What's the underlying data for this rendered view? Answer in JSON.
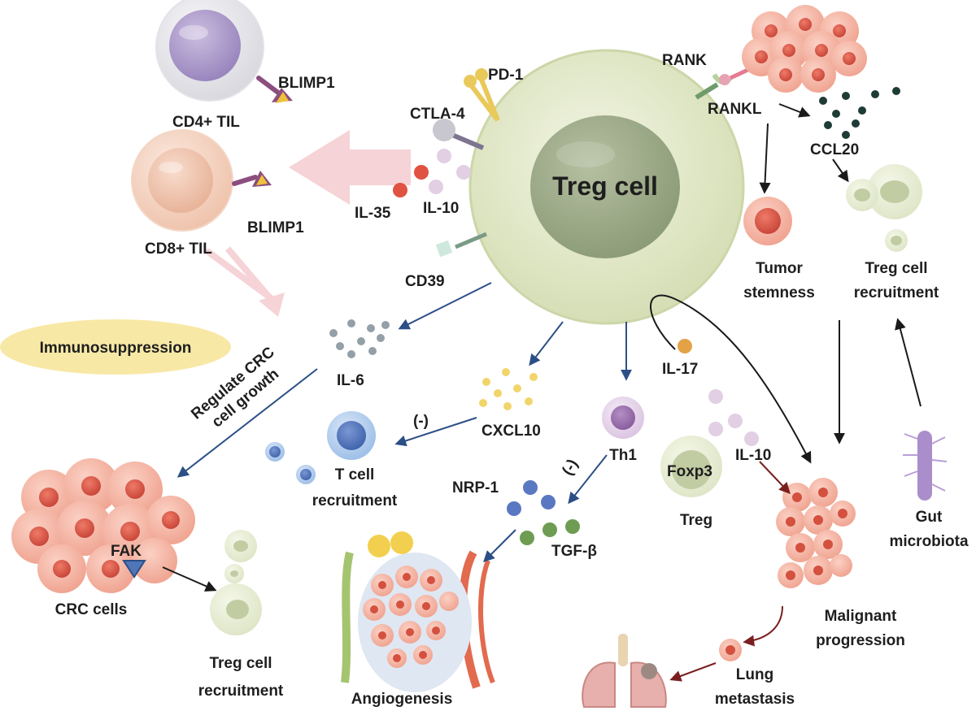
{
  "center": {
    "title": "Treg cell"
  },
  "receptors": {
    "pd1": "PD-1",
    "ctla4": "CTLA-4",
    "il35": "IL-35",
    "il10_top": "IL-10",
    "cd39": "CD39",
    "rank": "RANK",
    "rankl": "RANKL"
  },
  "til": {
    "cd4": "CD4+ TIL",
    "cd8": "CD8+ TIL",
    "blimp1_a": "BLIMP1",
    "blimp1_b": "BLIMP1"
  },
  "outcomes": {
    "immunosuppression": "Immunosuppression",
    "regulate_line1": "Regulate CRC",
    "regulate_line2": "cell growth",
    "il6": "IL-6",
    "cxcl10": "CXCL10",
    "neg_a": "(-)",
    "neg_b": "(-)",
    "t_cell_recruit_1": "T cell",
    "t_cell_recruit_2": "recruitment",
    "th1": "Th1",
    "nrp1": "NRP-1",
    "tgfb": "TGF-β",
    "angiogenesis": "Angiogenesis",
    "il17": "IL-17",
    "il10_bottom": "IL-10",
    "foxp3": "Foxp3",
    "treg": "Treg",
    "fak": "FAK",
    "crc_cells": "CRC cells",
    "treg_recruit_left_1": "Treg cell",
    "treg_recruit_left_2": "recruitment",
    "ccl20": "CCL20",
    "tumor_stemness_1": "Tumor",
    "tumor_stemness_2": "stemness",
    "treg_recruit_right_1": "Treg cell",
    "treg_recruit_right_2": "recruitment",
    "malignant_1": "Malignant",
    "malignant_2": "progression",
    "lung_1": "Lung",
    "lung_2": "metastasis",
    "gut_1": "Gut",
    "gut_2": "microbiota"
  },
  "colors": {
    "treg_body": "#e6eccf",
    "treg_nucleus": "#9eac8a",
    "tumor": "#f2a895",
    "arrow_blue": "#2c4f86",
    "arrow_dark": "#1a1a1a",
    "arrow_red": "#7a1f1f",
    "immuno_ellipse": "#f8e8a6",
    "big_arrow": "#f6d3d6"
  }
}
